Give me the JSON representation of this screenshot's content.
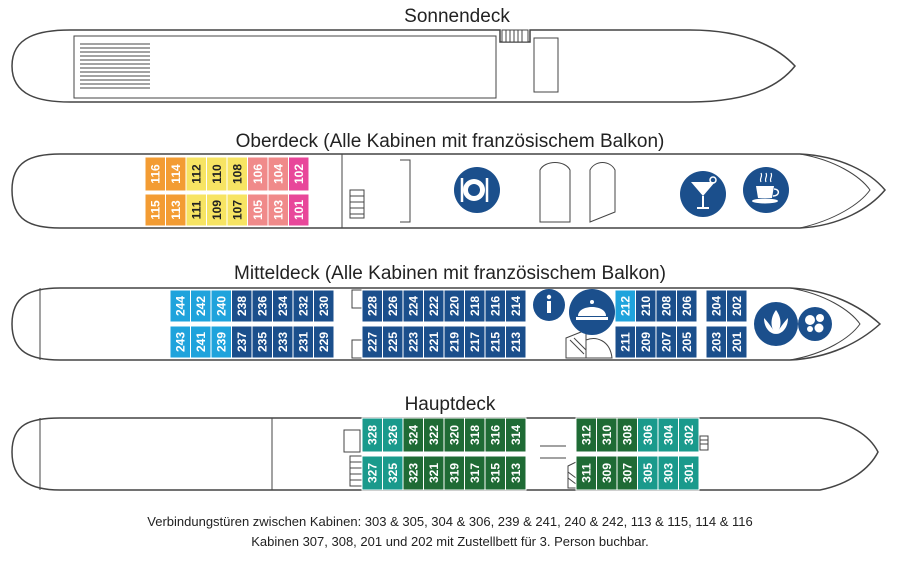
{
  "decks": {
    "sun": {
      "title": "Sonnendeck"
    },
    "upper": {
      "title": "Oberdeck (Alle Kabinen mit französischem Balkon)",
      "top_cabins": [
        "116",
        "114",
        "112",
        "110",
        "108",
        "106",
        "104",
        "102"
      ],
      "bottom_cabins": [
        "115",
        "113",
        "111",
        "109",
        "107",
        "105",
        "103",
        "101"
      ],
      "icons": [
        "restaurant-icon",
        "bar-icon",
        "cafe-icon"
      ]
    },
    "middle": {
      "title": "Mitteldeck (Alle Kabinen mit französischem Balkon)",
      "aft_top": [
        "244",
        "242",
        "240",
        "238",
        "236",
        "234",
        "232",
        "230"
      ],
      "aft_bottom": [
        "243",
        "241",
        "239",
        "237",
        "235",
        "233",
        "231",
        "229"
      ],
      "mid_top": [
        "228",
        "226",
        "224",
        "222",
        "220",
        "218",
        "216",
        "214"
      ],
      "mid_bottom": [
        "227",
        "225",
        "223",
        "221",
        "219",
        "217",
        "215",
        "213"
      ],
      "fore_top": [
        "212",
        "210",
        "208",
        "206"
      ],
      "fore_bottom": [
        "211",
        "209",
        "207",
        "205"
      ],
      "bow_top": [
        "204",
        "202"
      ],
      "bow_bottom": [
        "203",
        "201"
      ],
      "icons": [
        "info-icon",
        "reception-icon",
        "spa-icon",
        "wellness-icon"
      ]
    },
    "main": {
      "title": "Hauptdeck",
      "aft_top": [
        "328",
        "326",
        "324",
        "322",
        "320",
        "318",
        "316",
        "314"
      ],
      "aft_bottom": [
        "327",
        "325",
        "323",
        "321",
        "319",
        "317",
        "315",
        "313"
      ],
      "fore_top": [
        "312",
        "310",
        "308",
        "306",
        "304",
        "302"
      ],
      "fore_bottom": [
        "311",
        "309",
        "307",
        "305",
        "303",
        "301"
      ]
    }
  },
  "colors": {
    "orange": "#f39c33",
    "yellow": "#f7e463",
    "salmon": "#f08a8a",
    "magenta": "#e8479a",
    "light_blue": "#1fa3dc",
    "navy": "#1b4f8c",
    "teal": "#1a9a8c",
    "dark_green": "#1f6b35",
    "icon_blue": "#1b4f8c"
  },
  "notes": {
    "line1": "Verbindungstüren zwischen Kabinen: 303 & 305, 304 & 306, 239 & 241, 240 & 242, 113 & 115, 114 & 116",
    "line2": "Kabinen 307, 308, 201 und 202 mit Zustellbett für 3. Person buchbar."
  }
}
